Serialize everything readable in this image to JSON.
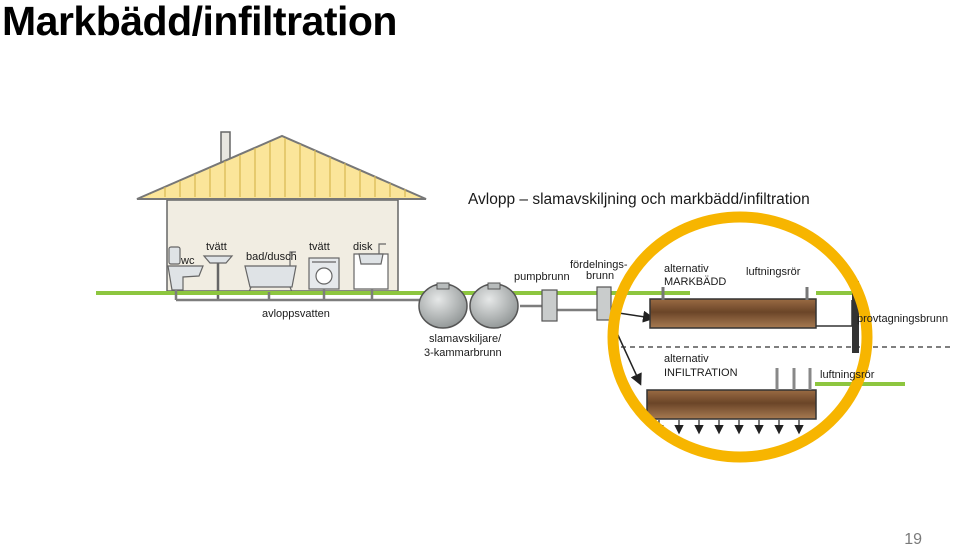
{
  "slide": {
    "title": "Markbädd/infiltration",
    "page_number": "19"
  },
  "diagram": {
    "heading": "Avlopp – slamavskiljning och markbädd/infiltration",
    "fixtures": {
      "wc": "wc",
      "tvatt_sink": "tvätt",
      "bad_dusch": "bad/dusch",
      "tvatt_machine": "tvätt",
      "disk": "disk"
    },
    "labels": {
      "avloppsvatten": "avloppsvatten",
      "slamavskiljare_line1": "slamavskiljare/",
      "slamavskiljare_line2": "3-kammarbrunn",
      "pumpbrunn": "pumpbrunn",
      "fordelning_line1": "fördelnings-",
      "fordelning_line2": "brunn",
      "alt_markbadd_line1": "alternativ",
      "alt_markbadd_line2": "MARKBÄDD",
      "luftningsror_top": "luftningsrör",
      "provtagningsbrunn": "provtagningsbrunn",
      "alt_infiltration_line1": "alternativ",
      "alt_infiltration_line2": "INFILTRATION",
      "luftningsror_bottom": "luftningsrör"
    },
    "colors": {
      "ground": "#8dc63f",
      "roof": "#fbe59a",
      "wall": "#f1ede2",
      "highlight_circle": "#f7b500",
      "bed": "#7a5230",
      "tank": "#b8bcbc"
    }
  }
}
